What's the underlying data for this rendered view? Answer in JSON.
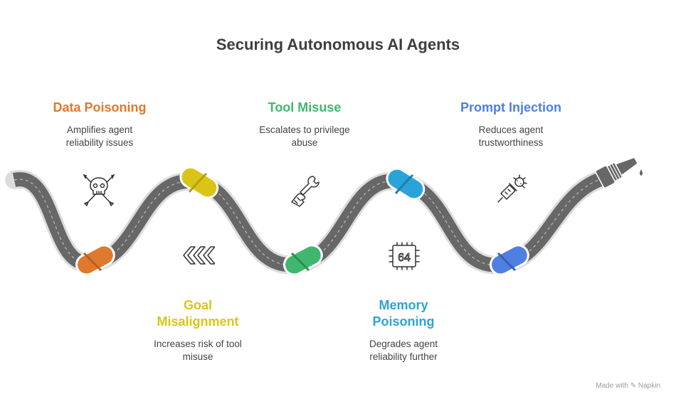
{
  "title": "Securing Autonomous AI Agents",
  "colors": {
    "hose": "#676767",
    "data_poisoning": "#e0782d",
    "goal_misalignment": "#dcc416",
    "tool_misuse": "#3fb86d",
    "memory_poisoning": "#2aa3d8",
    "prompt_injection": "#4f7fe0"
  },
  "items": [
    {
      "label": "Data Poisoning",
      "description": "Amplifies agent reliability issues",
      "icon": "skull-crossbones-icon"
    },
    {
      "label": "Goal Misalignment",
      "description": "Increases risk of tool misuse",
      "icon": "double-chevron-left-icon"
    },
    {
      "label": "Tool Misuse",
      "description": "Escalates to privilege abuse",
      "icon": "wrench-hand-icon"
    },
    {
      "label": "Memory Poisoning",
      "description": "Degrades agent reliability further",
      "icon": "memory-chip-64-icon"
    },
    {
      "label": "Prompt Injection",
      "description": "Reduces agent trustworthiness",
      "icon": "syringe-bug-icon"
    }
  ],
  "chip_text": "64",
  "footer": "Made with ✎ Napkin"
}
